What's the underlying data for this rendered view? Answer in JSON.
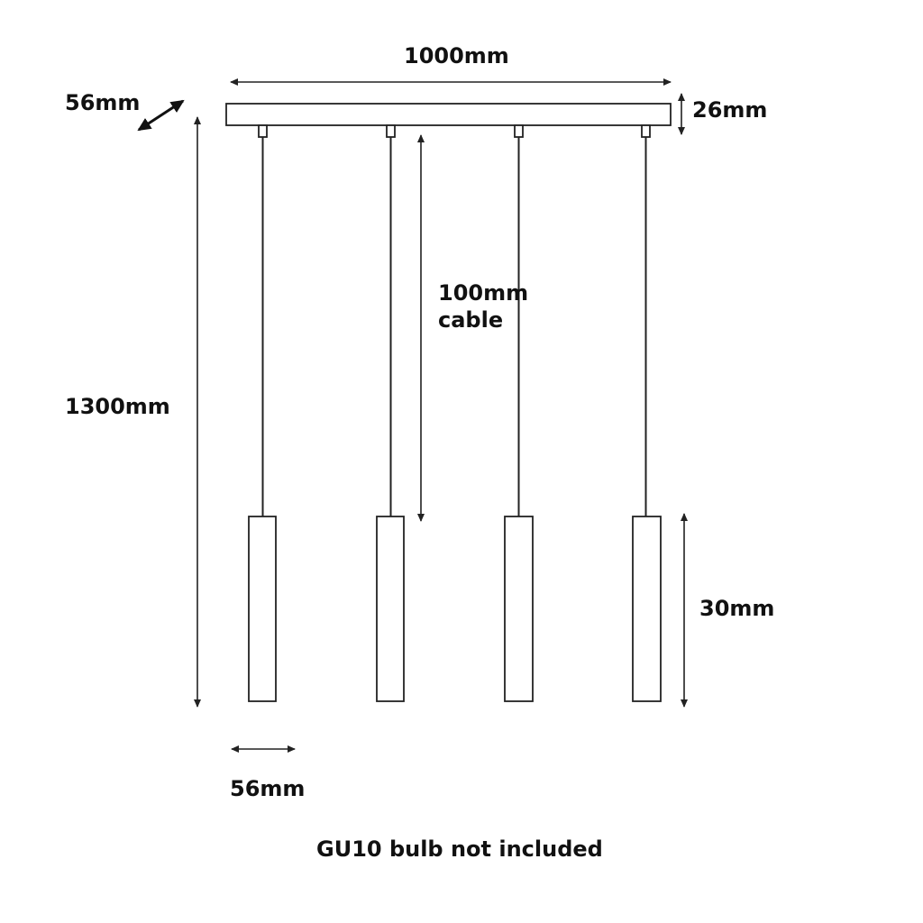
{
  "labels": {
    "bar_length": "1000mm",
    "bar_depth": "56mm",
    "bar_height": "26mm",
    "total_drop": "1300mm",
    "cable_line1": "100mm",
    "cable_line2": "cable",
    "shade_height": "30mm",
    "shade_width": "56mm",
    "note": "GU10 bulb not included"
  },
  "pendant_count": 4,
  "colors": {
    "line": "#222222",
    "background": "#ffffff",
    "text": "#111111"
  }
}
